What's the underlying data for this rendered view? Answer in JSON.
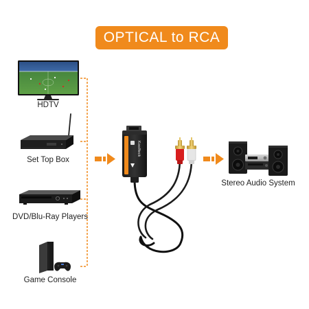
{
  "title": "OPTICAL to RCA",
  "colors": {
    "accent": "#f08a1c",
    "text": "#222222",
    "rca_red": "#d81e1e",
    "rca_white": "#e6e6e6"
  },
  "sources": [
    {
      "label": "HDTV",
      "icon": "hdtv-icon"
    },
    {
      "label": "Set Top Box",
      "icon": "set-top-box-icon"
    },
    {
      "label": "DVD/Blu-Ray Players",
      "icon": "bluray-player-icon"
    },
    {
      "label": "Game Console",
      "icon": "game-console-icon"
    }
  ],
  "converter": {
    "brand": "Koolfeck",
    "icon": "converter-box-icon"
  },
  "output": {
    "label": "Stereo Audio System",
    "icon": "stereo-system-icon"
  }
}
